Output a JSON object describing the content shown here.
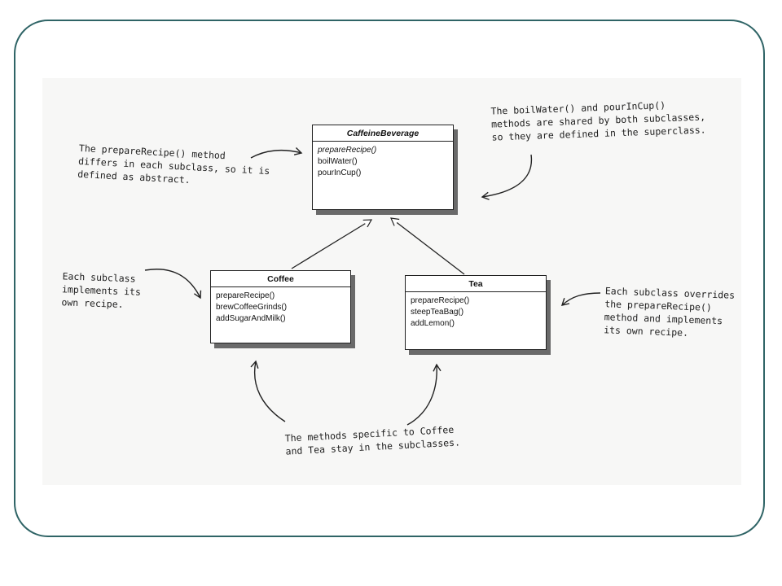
{
  "classes": {
    "caffeine": {
      "name": "CaffeineBeverage",
      "methods": [
        "prepareRecipe()",
        "boilWater()",
        "pourInCup()"
      ]
    },
    "coffee": {
      "name": "Coffee",
      "methods": [
        "prepareRecipe()",
        "brewCoffeeGrinds()",
        "addSugarAndMilk()"
      ]
    },
    "tea": {
      "name": "Tea",
      "methods": [
        "prepareRecipe()",
        "steepTeaBag()",
        "addLemon()"
      ]
    }
  },
  "notes": {
    "abstract": [
      "The prepareRecipe() method",
      "differs in each subclass, so it is",
      "defined as abstract."
    ],
    "shared": [
      "The boilWater() and pourInCup()",
      "methods are shared by both subclasses,",
      "so they are defined in the superclass."
    ],
    "implements": [
      "Each subclass",
      "implements its",
      "own recipe."
    ],
    "overrides": [
      "Each subclass overrides",
      "the prepareRecipe()",
      "method and implements",
      "its own recipe."
    ],
    "specific": [
      "The methods specific to Coffee",
      "and Tea stay in the subclasses."
    ]
  }
}
